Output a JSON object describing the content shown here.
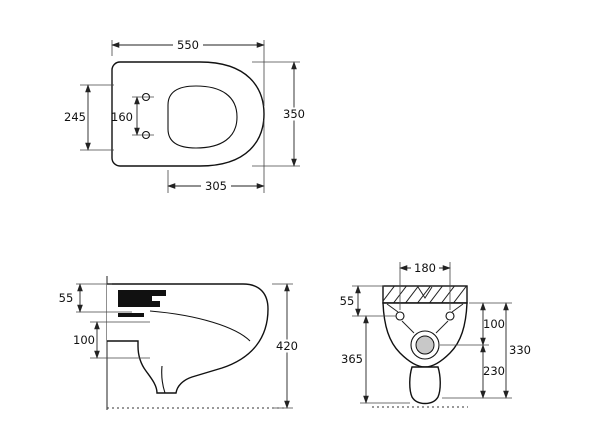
{
  "drawing": {
    "top_view": {
      "overall_width": "550",
      "overall_depth": "350",
      "seat_depth": "245",
      "hinge_hole_spacing": "160",
      "bowl_length": "305"
    },
    "side_view": {
      "rim_drop": "55",
      "inlet_offset": "100",
      "overall_height": "420"
    },
    "front_view": {
      "fixing_hole_spacing": "180",
      "top_to_holes": "55",
      "holes_to_bottom": "365",
      "outlet_drop": "100",
      "outlet_to_bottom": "230",
      "overall_drop": "330"
    }
  }
}
